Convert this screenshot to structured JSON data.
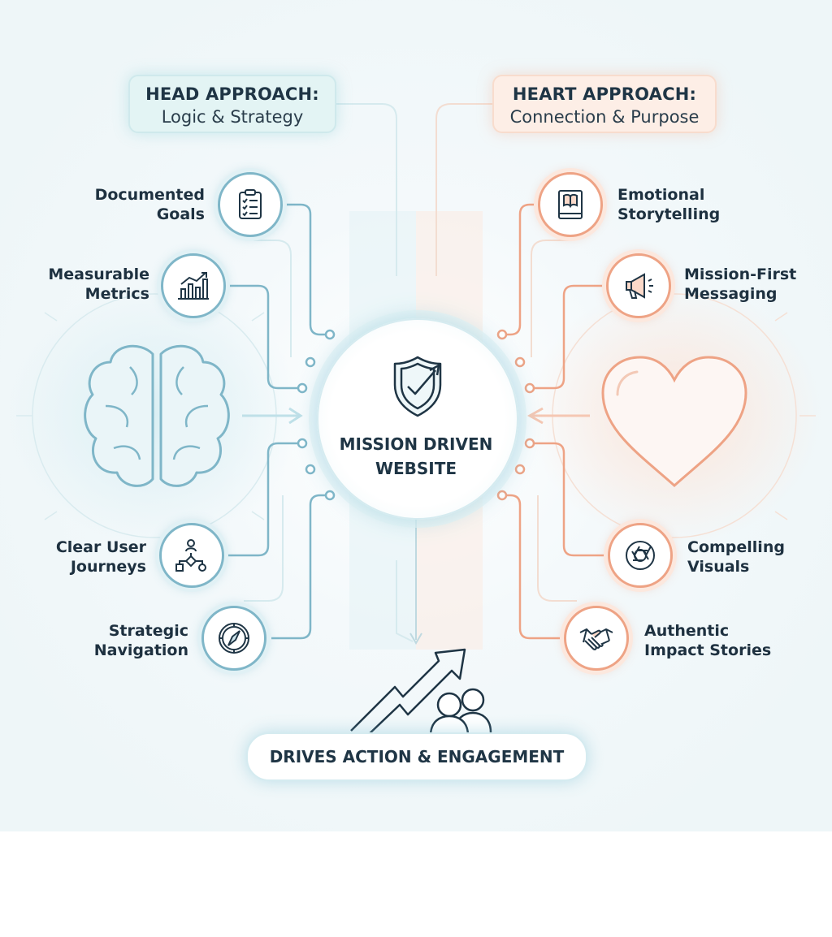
{
  "head": {
    "title": "HEAD APPROACH:",
    "subtitle": "Logic & Strategy"
  },
  "heart": {
    "title": "HEART APPROACH:",
    "subtitle": "Connection & Purpose"
  },
  "center": {
    "line1": "MISSION DRIVEN",
    "line2": "WEBSITE"
  },
  "head_items": [
    {
      "line1": "Documented",
      "line2": "Goals",
      "icon": "clipboard-checklist-icon"
    },
    {
      "line1": "Measurable",
      "line2": "Metrics",
      "icon": "bar-chart-icon"
    },
    {
      "line1": "Clear User",
      "line2": "Journeys",
      "icon": "flowchart-icon"
    },
    {
      "line1": "Strategic",
      "line2": "Navigation",
      "icon": "compass-icon"
    }
  ],
  "heart_items": [
    {
      "line1": "Emotional",
      "line2": "Storytelling",
      "icon": "book-icon"
    },
    {
      "line1": "Mission-First",
      "line2": "Messaging",
      "icon": "megaphone-icon"
    },
    {
      "line1": "Compelling",
      "line2": "Visuals",
      "icon": "camera-aperture-icon"
    },
    {
      "line1": "Authentic",
      "line2": "Impact Stories",
      "icon": "handshake-icon"
    }
  ],
  "footer": {
    "label": "DRIVES ACTION & ENGAGEMENT"
  },
  "colors": {
    "head_accent": "#7fb6c8",
    "heart_accent": "#eea385",
    "text": "#1f3545"
  }
}
